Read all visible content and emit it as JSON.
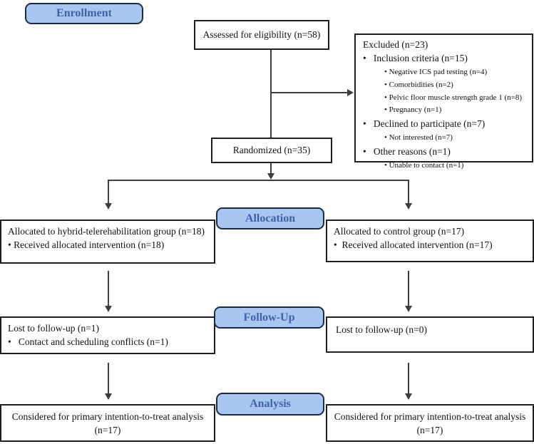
{
  "colors": {
    "bg": "#ffffff",
    "text_color": "#111111",
    "box_border": "#1f1f1f",
    "line_color": "#3d3d3d",
    "badge_fill": "#a8c6f0",
    "badge_border": "#1c2b45",
    "badge_text": "#3c63a8"
  },
  "stages": {
    "enrollment": "Enrollment",
    "allocation": "Allocation",
    "followup": "Follow-Up",
    "analysis": "Analysis"
  },
  "boxes": {
    "assessed": "Assessed for eligibility (n=58)",
    "randomized": "Randomized (n=35)",
    "excluded": {
      "title": "Excluded (n=23)",
      "items": [
        {
          "level": 1,
          "text": "•   Inclusion criteria (n=15)"
        },
        {
          "level": 2,
          "text": "• Negative ICS pad testing (n=4)"
        },
        {
          "level": 2,
          "text": "• Comorbidities (n=2)"
        },
        {
          "level": 2,
          "text": "• Pelvic floor muscle strength grade 1 (n=8)"
        },
        {
          "level": 2,
          "text": "• Pregnancy (n=1)"
        },
        {
          "level": 1,
          "text": "•   Declined to participate (n=7)"
        },
        {
          "level": 2,
          "text": "• Not interested (n=7)"
        },
        {
          "level": 1,
          "text": "•   Other reasons (n=1)"
        },
        {
          "level": 2,
          "text": "• Unable to contact (n=1)"
        }
      ]
    },
    "alloc_left": {
      "lines": [
        "Allocated to hybrid-telerehabilitation group (n=18)",
        "• Received allocated intervention (n=18)"
      ]
    },
    "alloc_right": {
      "lines": [
        "Allocated to control group (n=17)",
        "•  Received allocated intervention (n=17)"
      ]
    },
    "follow_left": {
      "lines": [
        "Lost to follow-up (n=1)",
        "•   Contact and scheduling conflicts (n=1)"
      ]
    },
    "follow_right": {
      "lines": [
        "Lost to follow-up (n=0)"
      ]
    },
    "analysis_left": {
      "lines": [
        "Considered for primary intention-to-treat analysis",
        "(n=17)"
      ]
    },
    "analysis_right": {
      "lines": [
        "Considered for primary intention-to-treat analysis",
        "(n=17)"
      ]
    }
  }
}
